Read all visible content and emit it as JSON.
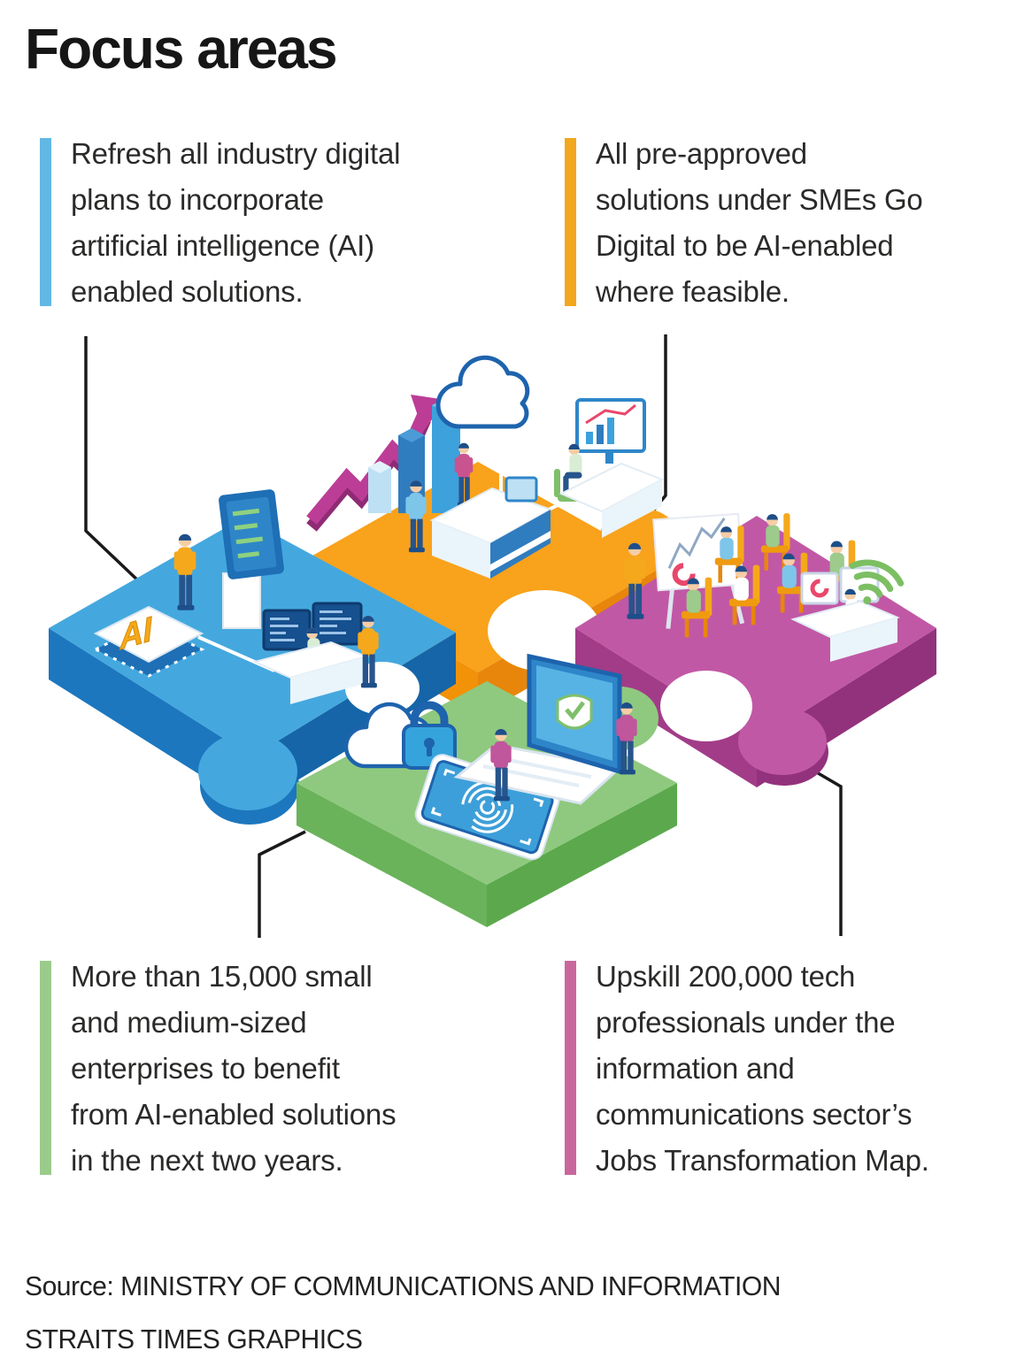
{
  "title": "Focus areas",
  "focus_items": [
    {
      "id": "industry-digital-plans",
      "accent_color": "#62B8E4",
      "text": "Refresh all industry digital\nplans to incorporate\nartificial intelligence (AI)\nenabled solutions."
    },
    {
      "id": "pre-approved-solutions",
      "accent_color": "#F2A71D",
      "text": "All pre-approved\nsolutions under SMEs Go\nDigital to be AI-enabled\nwhere feasible."
    },
    {
      "id": "sme-benefit",
      "accent_color": "#9BCB8B",
      "text": "More than 15,000 small\nand medium-sized\nenterprises to benefit\nfrom AI-enabled solutions\nin the next two years."
    },
    {
      "id": "upskill-tech-professionals",
      "accent_color": "#C9679D",
      "text": "Upskill 200,000 tech\nprofessionals under the\ninformation and\ncommunications sector’s\nJobs Transformation Map."
    }
  ],
  "source": {
    "text": "Source: MINISTRY OF COMMUNICATIONS AND INFORMATION\nSTRAITS TIMES GRAPHICS"
  },
  "illustration": {
    "connector_color": "#1a1a1a",
    "pieces": [
      {
        "name": "orange-puzzle-piece",
        "top_color": "#F9A21B",
        "side_left_color": "#F29208",
        "side_right_color": "#E8860B",
        "icons": [
          "growth-arrow-icon",
          "bar-chart-3d-icon",
          "cloud-icon",
          "reception-desk",
          "analytics-workstation"
        ]
      },
      {
        "name": "blue-puzzle-piece",
        "top_color": "#44A8DE",
        "side_left_color": "#1C77BE",
        "side_right_color": "#1565A8",
        "icons": [
          "ai-chip-icon",
          "kiosk-screen",
          "developer-workstation"
        ]
      },
      {
        "name": "magenta-puzzle-piece",
        "top_color": "#C158A5",
        "side_left_color": "#A23C88",
        "side_right_color": "#93327C",
        "icons": [
          "flipchart-presentation",
          "training-class-chairs",
          "trainer-desk",
          "wifi-icon"
        ]
      },
      {
        "name": "green-puzzle-piece",
        "top_color": "#8FC97F",
        "side_left_color": "#6AB35A",
        "side_right_color": "#5BA94C",
        "icons": [
          "cloud-lock-icon",
          "fingerprint-phone-icon",
          "shield-laptop-icon"
        ]
      }
    ],
    "people_colors": {
      "shirt_orange": "#F5A81C",
      "shirt_pink": "#C9538F",
      "shirt_blue": "#7EC5EA",
      "shirt_green": "#9CCB8C",
      "pants": "#27548C",
      "skin": "#F6CDA6",
      "hair": "#1D4E89"
    },
    "detail_colors": {
      "navy_outline": "#1E63AD",
      "mid_blue": "#2E86C9",
      "light_blue": "#BDE0F4",
      "arrow_magenta": "#BC3D96",
      "wifi_green": "#7CBF63",
      "check_green": "#7FBF6A",
      "chart_red": "#E8486B"
    }
  }
}
